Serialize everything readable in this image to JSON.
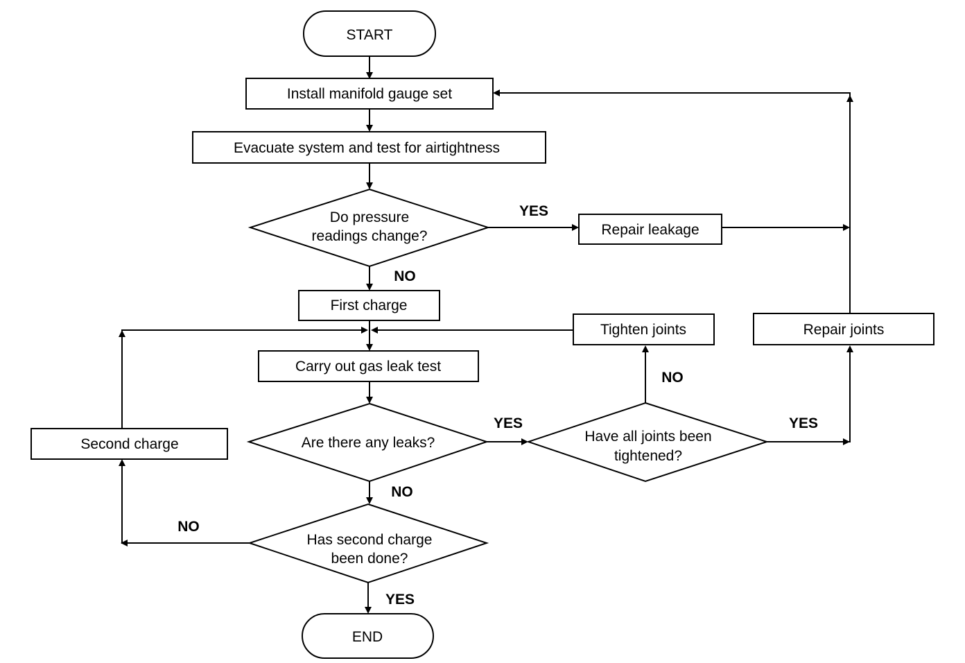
{
  "nodes": {
    "start": "START",
    "install": "Install manifold gauge set",
    "evacuate": "Evacuate system and test for airtightness",
    "pressure_q": [
      "Do pressure",
      "readings change?"
    ],
    "repair_leakage": "Repair leakage",
    "first_charge": "First charge",
    "tighten_joints": "Tighten joints",
    "repair_joints": "Repair joints",
    "gas_leak_test": "Carry out gas leak test",
    "second_charge": "Second charge",
    "leaks_q": "Are there any leaks?",
    "joints_q": [
      "Have all joints been",
      "tightened?"
    ],
    "second_charge_q": [
      "Has second charge",
      "been done?"
    ],
    "end": "END"
  },
  "edge_labels": {
    "pressure_yes": "YES",
    "pressure_no": "NO",
    "leaks_yes": "YES",
    "leaks_no": "NO",
    "joints_no": "NO",
    "joints_yes": "YES",
    "second_no": "NO",
    "second_yes": "YES"
  }
}
